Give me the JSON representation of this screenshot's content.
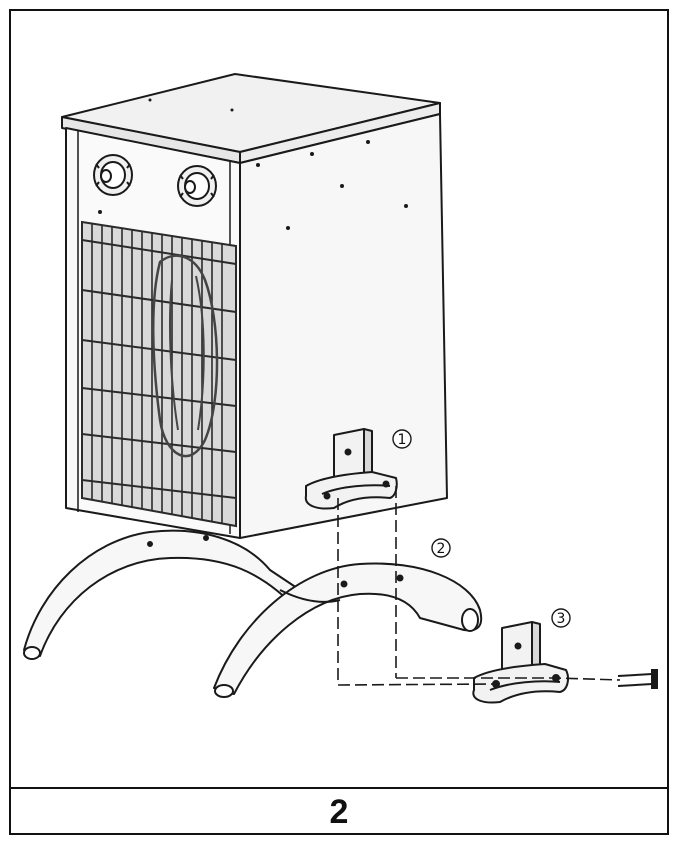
{
  "figure": {
    "number": "2",
    "callouts": [
      {
        "id": "callout-1",
        "label": "1"
      },
      {
        "id": "callout-2",
        "label": "2"
      },
      {
        "id": "callout-3",
        "label": "3"
      }
    ]
  },
  "colors": {
    "line": "#1a1a1a",
    "fill_light": "#f4f4f4",
    "fill_mid": "#e2e2e2",
    "grille": "#555555"
  }
}
